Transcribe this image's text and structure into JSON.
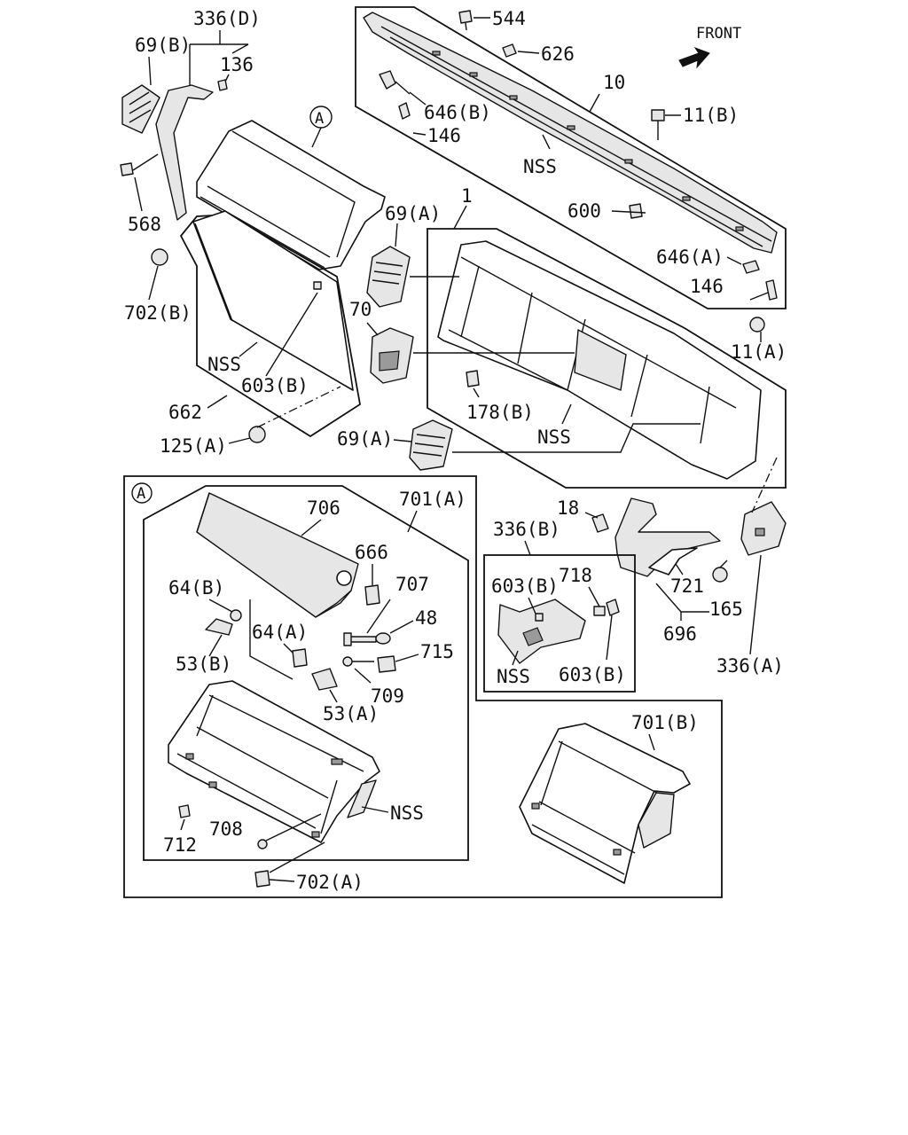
{
  "header": {
    "direction_label": "FRONT"
  },
  "callouts": {
    "c544": "544",
    "c626": "626",
    "c10": "10",
    "c11b": "11(B)",
    "c646b": "646(B)",
    "c146_top": "146",
    "nss_upper": "NSS",
    "c600": "600",
    "c646a": "646(A)",
    "c146_right": "146",
    "c11a": "11(A)",
    "c336d": "336(D)",
    "c69b": "69(B)",
    "c136": "136",
    "c568": "568",
    "c702b": "702(B)",
    "nss_left": "NSS",
    "c603b_left": "603(B)",
    "c662": "662",
    "c125a": "125(A)",
    "c1": "1",
    "c69a_top": "69(A)",
    "c70": "70",
    "c178b": "178(B)",
    "nss_center": "NSS",
    "c69a_bottom": "69(A)",
    "c18": "18",
    "c336b": "336(B)",
    "c603b_in": "603(B)",
    "c718": "718",
    "nss_box": "NSS",
    "c603b_out": "603(B)",
    "c721": "721",
    "c165": "165",
    "c696": "696",
    "c336a": "336(A)",
    "c706": "706",
    "c701a": "701(A)",
    "c666": "666",
    "c64b": "64(B)",
    "c707": "707",
    "c48": "48",
    "c64a": "64(A)",
    "c715": "715",
    "c53b": "53(B)",
    "c709": "709",
    "c53a": "53(A)",
    "nss_glovebox": "NSS",
    "c708": "708",
    "c712": "712",
    "c702a": "702(A)",
    "c701b": "701(B)"
  },
  "detail_markers": {
    "marker_top": "A",
    "marker_box": "A"
  }
}
